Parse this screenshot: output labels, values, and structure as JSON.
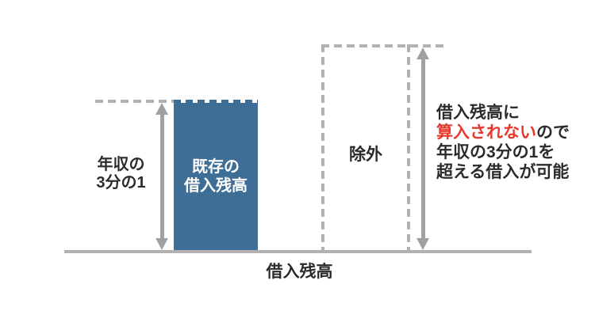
{
  "diagram": {
    "left_measure": {
      "line1": "年収の",
      "line2": "3分の1"
    },
    "bar": {
      "line1": "既存の",
      "line2": "借入残高"
    },
    "excluded_label": "除外",
    "note": {
      "line1": "借入残高に",
      "line2_red": "算入されない",
      "line2_rest": "ので",
      "line3": "年収の3分の1を",
      "line4": "超える借入が可能"
    },
    "axis_label": "借入残高"
  },
  "colors": {
    "bar_blue": "#3e6d96",
    "arrow_gray": "#a0a0a0",
    "dash_gray": "#b2b2b2",
    "text_dark": "#2b2b2b",
    "accent_red": "#e8382d",
    "background": "#ffffff"
  }
}
